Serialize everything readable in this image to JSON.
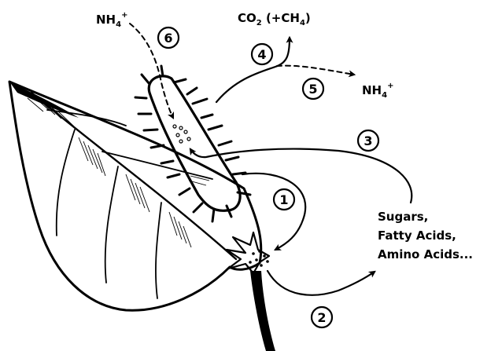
{
  "labels": {
    "ammonium_uptake": "NH",
    "ammonium_uptake_sub": "4",
    "ammonium_uptake_sup": "+",
    "co2_co": "CO",
    "co2_sub": "2",
    "co2_mid": " (+CH",
    "co2_ch4_sub": "4",
    "co2_end": ")",
    "ammonium_release": "NH",
    "ammonium_release_sub": "4",
    "ammonium_release_sup": "+",
    "exudates_line1": "Sugars,",
    "exudates_line2": "Fatty Acids,",
    "exudates_line3": "Amino Acids..."
  },
  "steps": [
    "1",
    "2",
    "3",
    "4",
    "5",
    "6"
  ]
}
